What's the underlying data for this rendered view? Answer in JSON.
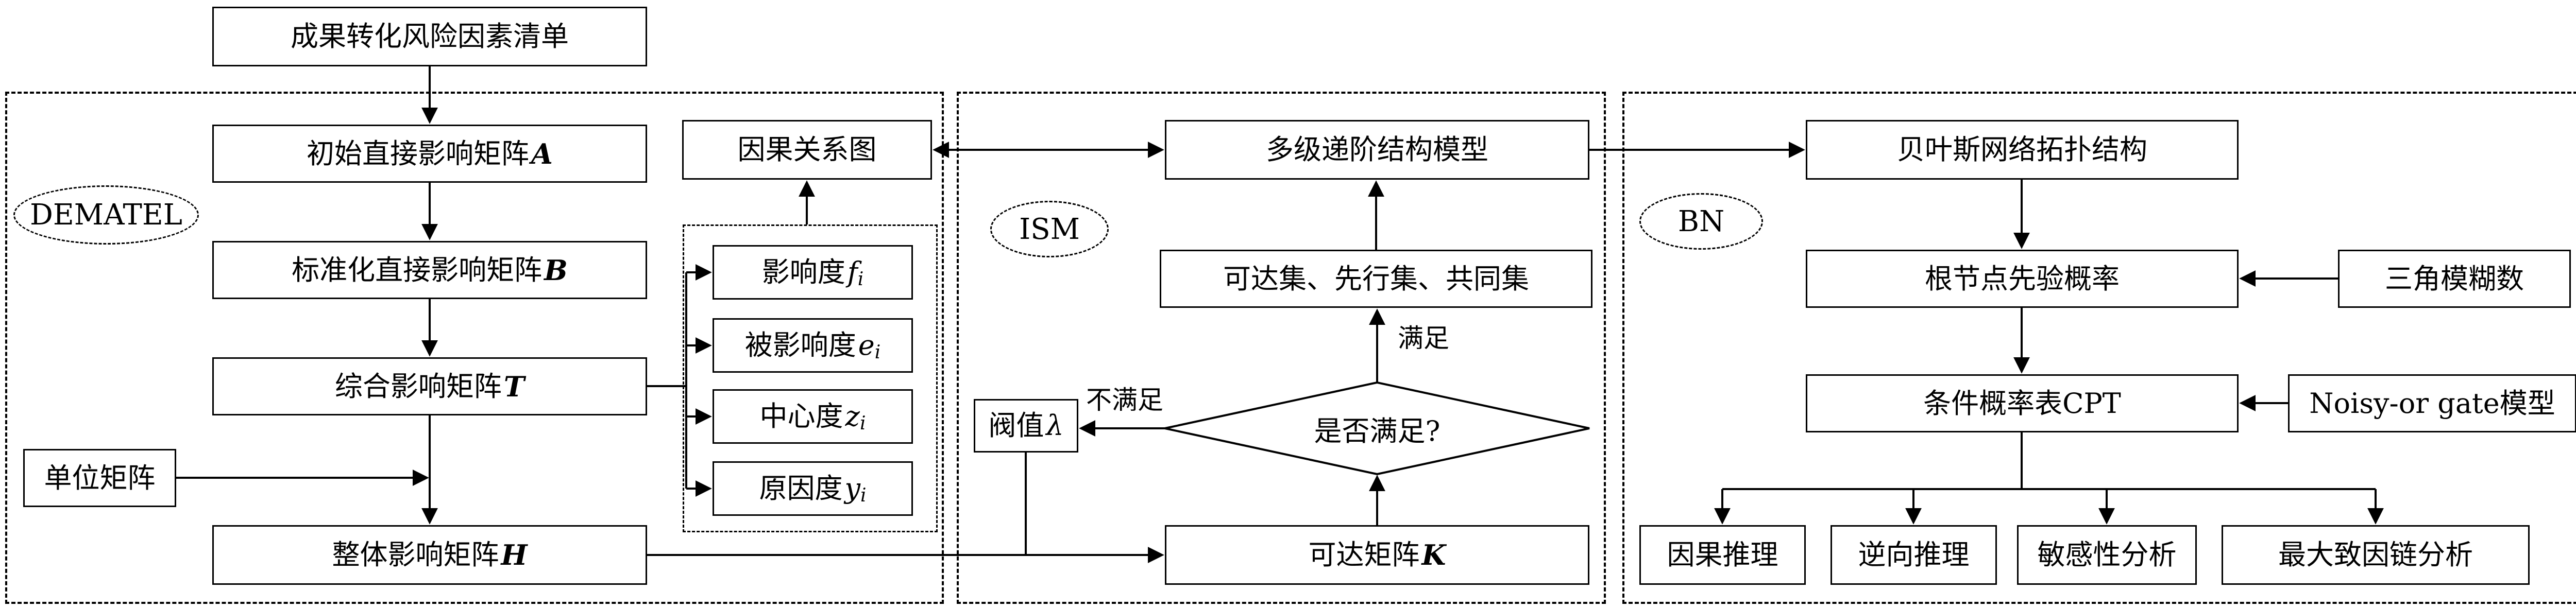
{
  "diagram": {
    "top_box": "成果转化风险因素清单",
    "labels": {
      "satisfied": "满足",
      "not_satisfied": "不满足"
    },
    "dematel": {
      "section_label": "DEMATEL",
      "matrix_a": {
        "text": "初始直接影响矩阵",
        "var": "A"
      },
      "matrix_b": {
        "text": "标准化直接影响矩阵",
        "var": "B"
      },
      "matrix_t": {
        "text": "综合影响矩阵",
        "var": "T"
      },
      "identity_matrix": "单位矩阵",
      "matrix_h": {
        "text": "整体影响矩阵",
        "var": "H"
      },
      "causal_graph": "因果关系图",
      "indicators": [
        {
          "text": "影响度",
          "var": "f",
          "sub": "i"
        },
        {
          "text": "被影响度",
          "var": "e",
          "sub": "i"
        },
        {
          "text": "中心度",
          "var": "z",
          "sub": "i"
        },
        {
          "text": "原因度",
          "var": "y",
          "sub": "i"
        }
      ]
    },
    "ism": {
      "section_label": "ISM",
      "hierarchical_model": "多级递阶结构模型",
      "sets": "可达集、先行集、共同集",
      "decision": "是否满足?",
      "threshold": {
        "text": "阀值",
        "var": "λ"
      },
      "matrix_k": {
        "text": "可达矩阵",
        "var": "K"
      }
    },
    "bn": {
      "section_label": "BN",
      "topology": "贝叶斯网络拓扑结构",
      "prior": "根节点先验概率",
      "fuzzy": "三角模糊数",
      "cpt": "条件概率表CPT",
      "noisy_or": "Noisy-or gate模型",
      "analyses": [
        "因果推理",
        "逆向推理",
        "敏感性分析",
        "最大致因链分析"
      ]
    }
  }
}
